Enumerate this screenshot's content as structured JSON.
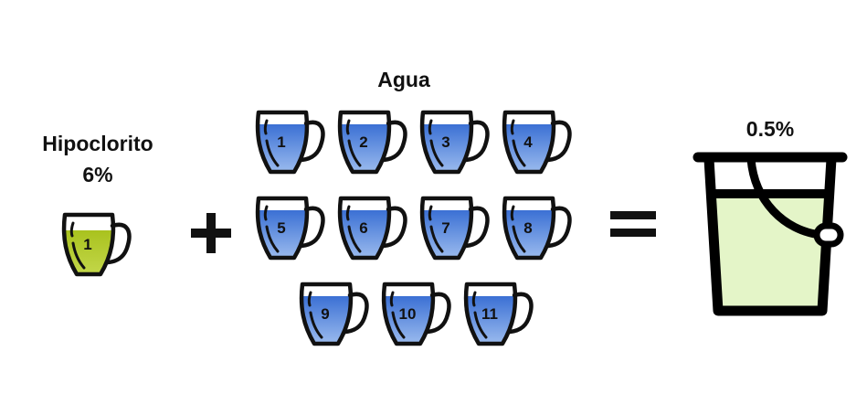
{
  "hypochlorite": {
    "name": "Hipoclorito",
    "concentration": "6%",
    "cups": [
      "1"
    ],
    "color": "#b5cc2e"
  },
  "water": {
    "name": "Agua",
    "cups": [
      "1",
      "2",
      "3",
      "4",
      "5",
      "6",
      "7",
      "8",
      "9",
      "10",
      "11"
    ],
    "color": "#4a80dc"
  },
  "result": {
    "concentration": "0.5%",
    "color": "#e4f5c8"
  },
  "operators": {
    "plus": "+",
    "equals": "="
  }
}
